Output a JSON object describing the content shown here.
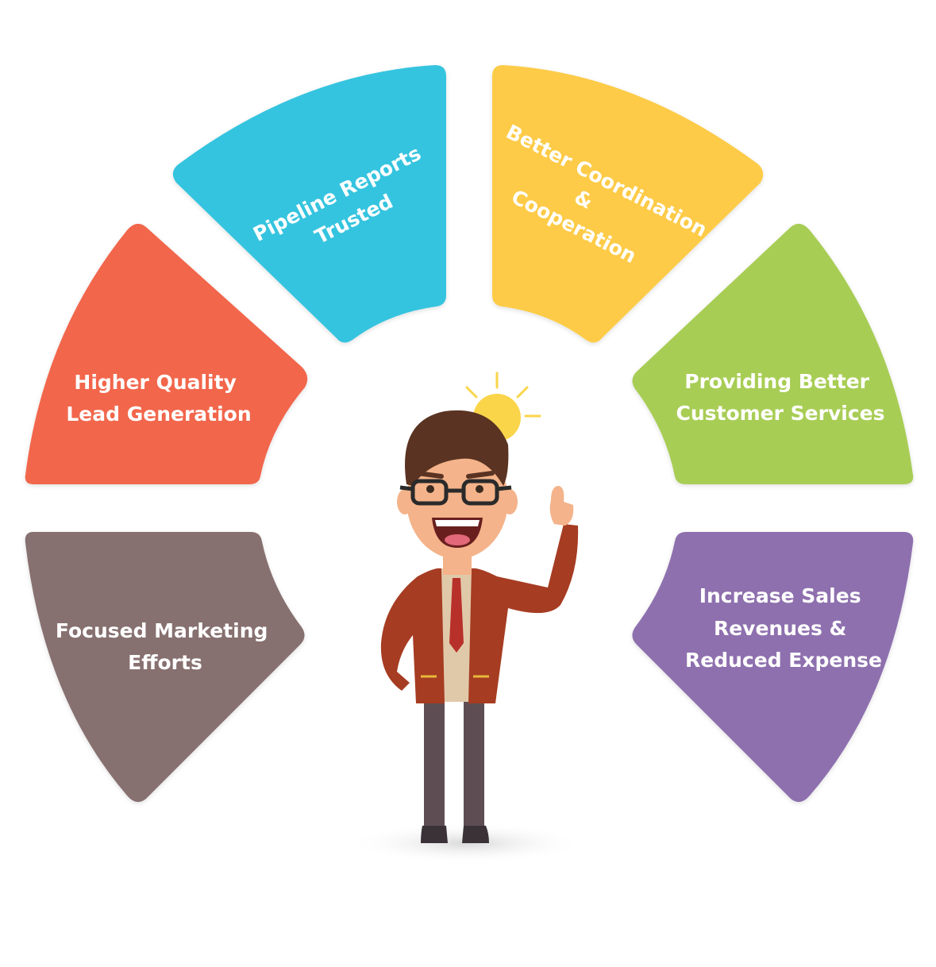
{
  "segments": [
    {
      "id": "higher-quality",
      "lines": [
        "Higher Quality",
        "Lead Generation"
      ],
      "color": "#F2664C"
    },
    {
      "id": "pipeline-reports",
      "lines": [
        "Pipeline Reports",
        "Trusted"
      ],
      "color": "#35C4DF"
    },
    {
      "id": "better-coordination",
      "lines": [
        "Better Coordination",
        "&",
        "Cooperation"
      ],
      "color": "#FDCB47"
    },
    {
      "id": "customer-services",
      "lines": [
        "Providing Better",
        "Customer Services"
      ],
      "color": "#A8CD54"
    },
    {
      "id": "focused-marketing",
      "lines": [
        "Focused Marketing",
        "Efforts"
      ],
      "color": "#87706F"
    },
    {
      "id": "increase-sales",
      "lines": [
        "Increase Sales",
        "Revenues &",
        "Reduced Expense"
      ],
      "color": "#8E6FAE"
    }
  ],
  "figure": {
    "icon": "businessman-with-idea-icon",
    "bulb_icon": "lightbulb-icon",
    "colors": {
      "jacket": "#A63C22",
      "tie": "#B8302A",
      "bulb": "#FAD54A",
      "hair": "#5A3322",
      "skin": "#F4B38A",
      "pants": "#5E4E54"
    }
  }
}
